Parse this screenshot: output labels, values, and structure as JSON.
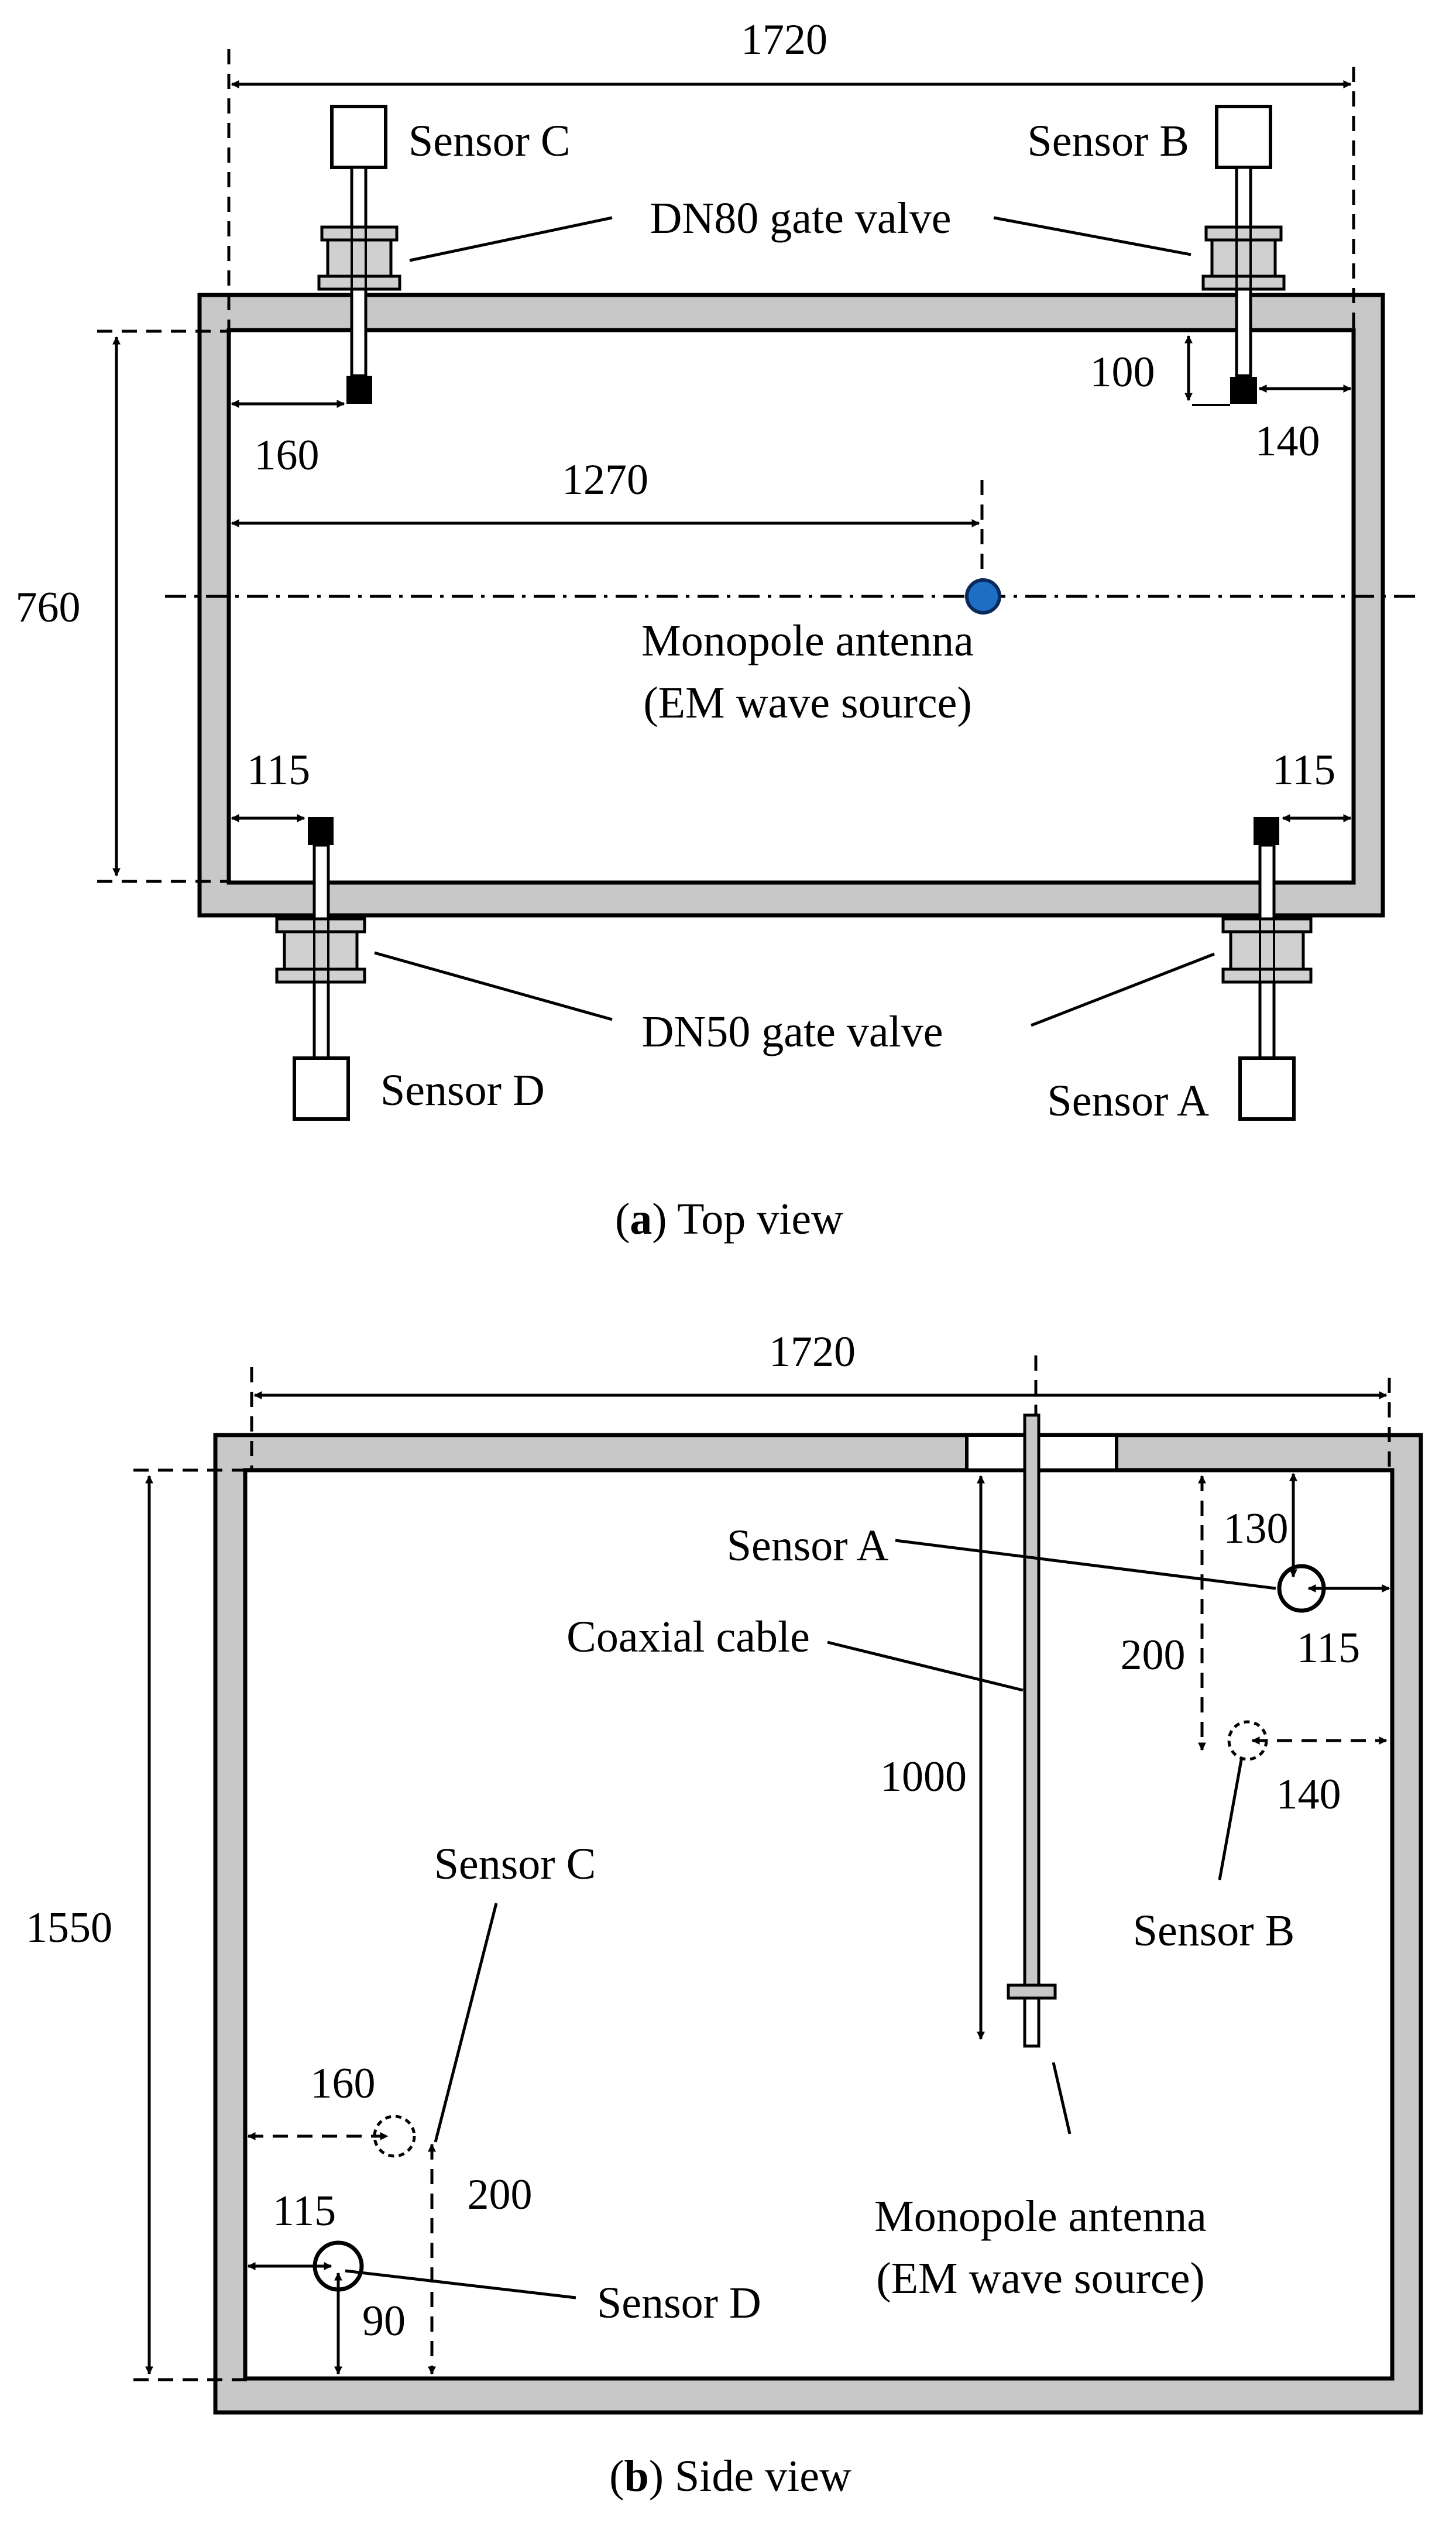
{
  "colors": {
    "wall": "#c8c8c8",
    "outline": "#000000",
    "valve": "#d0d0d0",
    "antenna_top": "#1e6fc4",
    "background": "#ffffff"
  },
  "top_view": {
    "caption_prefix": "(",
    "caption_letter": "a",
    "caption_rest": ") Top view",
    "dims": {
      "length": "1720",
      "width": "760",
      "sensor_c_offset": "160",
      "sensor_b_offset": "140",
      "sensor_b_depth": "100",
      "antenna_offset": "1270",
      "sensor_d_offset": "115",
      "sensor_a_offset": "115"
    },
    "labels": {
      "sensor_c": "Sensor C",
      "sensor_b": "Sensor B",
      "sensor_d": "Sensor D",
      "sensor_a": "Sensor A",
      "dn80": "DN80 gate valve",
      "dn50": "DN50 gate valve",
      "antenna_line1": "Monopole antenna",
      "antenna_line2": "(EM wave source)"
    }
  },
  "side_view": {
    "caption_prefix": "(",
    "caption_letter": "b",
    "caption_rest": ") Side view",
    "dims": {
      "length": "1720",
      "height": "1550",
      "cable_length": "1000",
      "sensor_a_height": "130",
      "sensor_a_offset": "115",
      "sensor_b_height": "200",
      "sensor_b_offset": "140",
      "sensor_c_offset": "160",
      "sensor_c_height": "200",
      "sensor_d_offset": "115",
      "sensor_d_height": "90"
    },
    "labels": {
      "sensor_a": "Sensor A",
      "sensor_b": "Sensor B",
      "sensor_c": "Sensor C",
      "sensor_d": "Sensor D",
      "coaxial": "Coaxial cable",
      "antenna_line1": "Monopole antenna",
      "antenna_line2": "(EM wave source)"
    }
  }
}
